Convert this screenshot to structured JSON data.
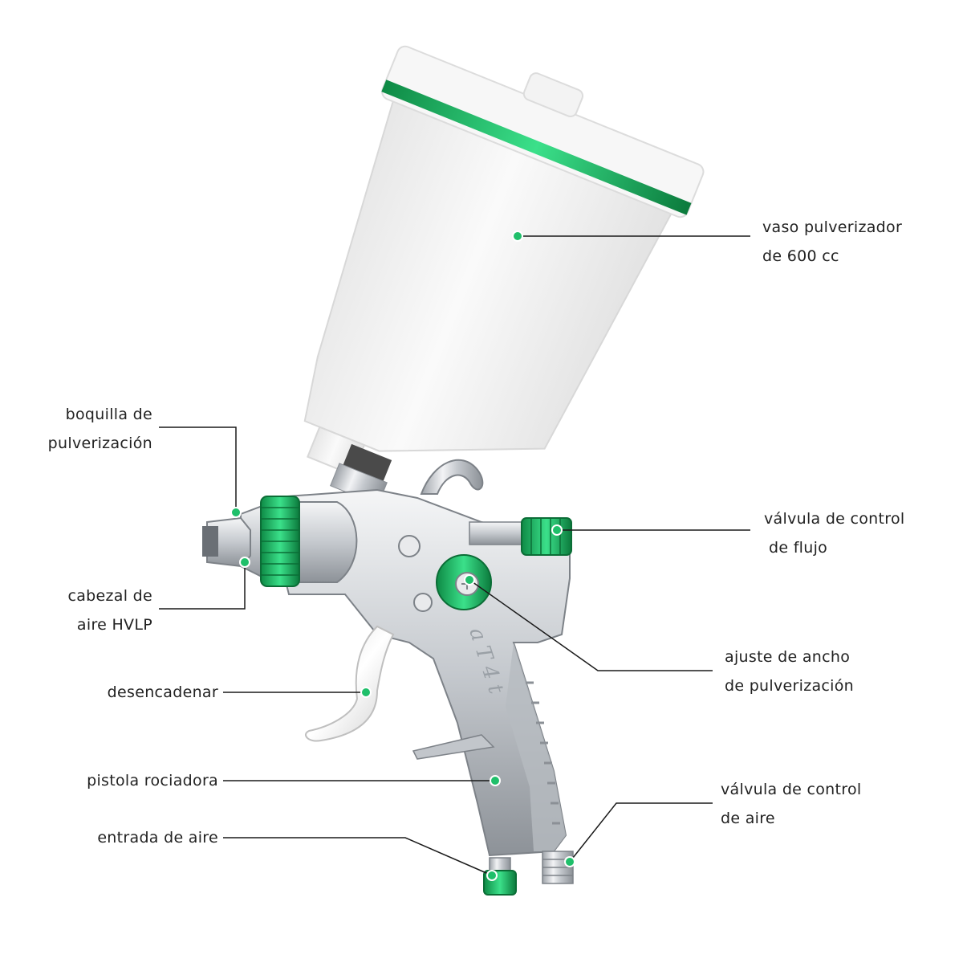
{
  "colors": {
    "accent": "#1fbf6a",
    "accent_dark": "#0e8a45",
    "leader_line": "#1a1a1a",
    "metal": "#c9cdd2",
    "cup": "#f4f4f4",
    "text": "#222222"
  },
  "labels": {
    "cup": {
      "line1": "vaso pulverizador",
      "line2": "de 600 cc"
    },
    "nozzle": {
      "line1": "boquilla de",
      "line2": "pulverización"
    },
    "flow_valve": {
      "line1": "válvula de control",
      "line2": "de flujo"
    },
    "air_cap": {
      "line1": "cabezal de",
      "line2": "aire HVLP"
    },
    "fan_adjust": {
      "line1": "ajuste de ancho",
      "line2": "de pulverización"
    },
    "trigger": {
      "line1": "desencadenar"
    },
    "gun_body": {
      "line1": "pistola rociadora"
    },
    "air_valve": {
      "line1": "válvula de control",
      "line2": "de aire"
    },
    "air_inlet": {
      "line1": "entrada de aire"
    }
  },
  "icons": {
    "product": "spray-gun-illustration",
    "markers": "green-dot-marker"
  }
}
